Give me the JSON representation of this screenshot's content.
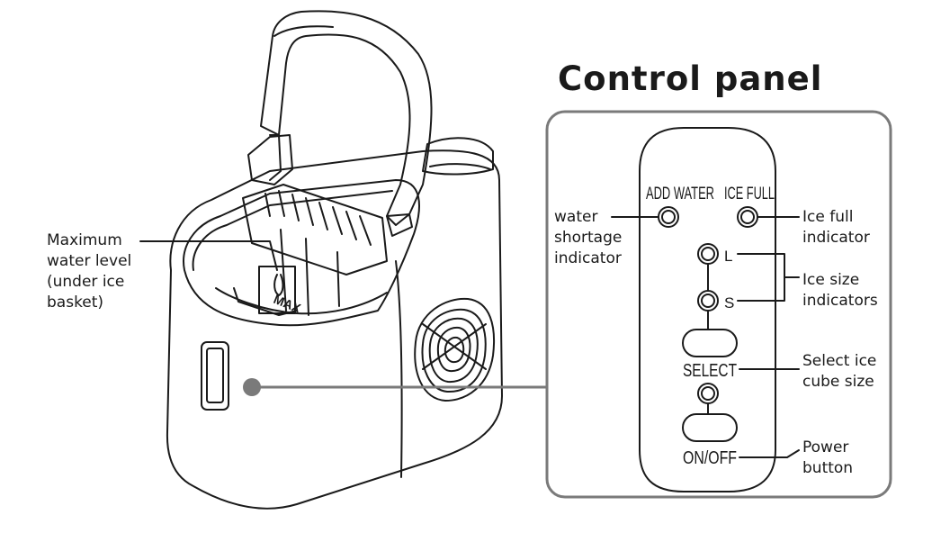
{
  "title": "Control panel",
  "callouts": {
    "max_water": "Maximum\nwater level\n(under ice\nbasket)",
    "water_shortage": "water\nshortage\nindicator",
    "ice_full": "Ice full\nindicator",
    "ice_size": "Ice size\nindicators",
    "select": "Select ice\ncube size",
    "power": "Power\nbutton"
  },
  "panel": {
    "add_water": "ADD WATER",
    "ice_full": "ICE FULL",
    "size_large": "L",
    "size_small": "S",
    "select": "SELECT",
    "onoff": "ON/OFF"
  },
  "machine": {
    "max_mark": "MAX"
  }
}
